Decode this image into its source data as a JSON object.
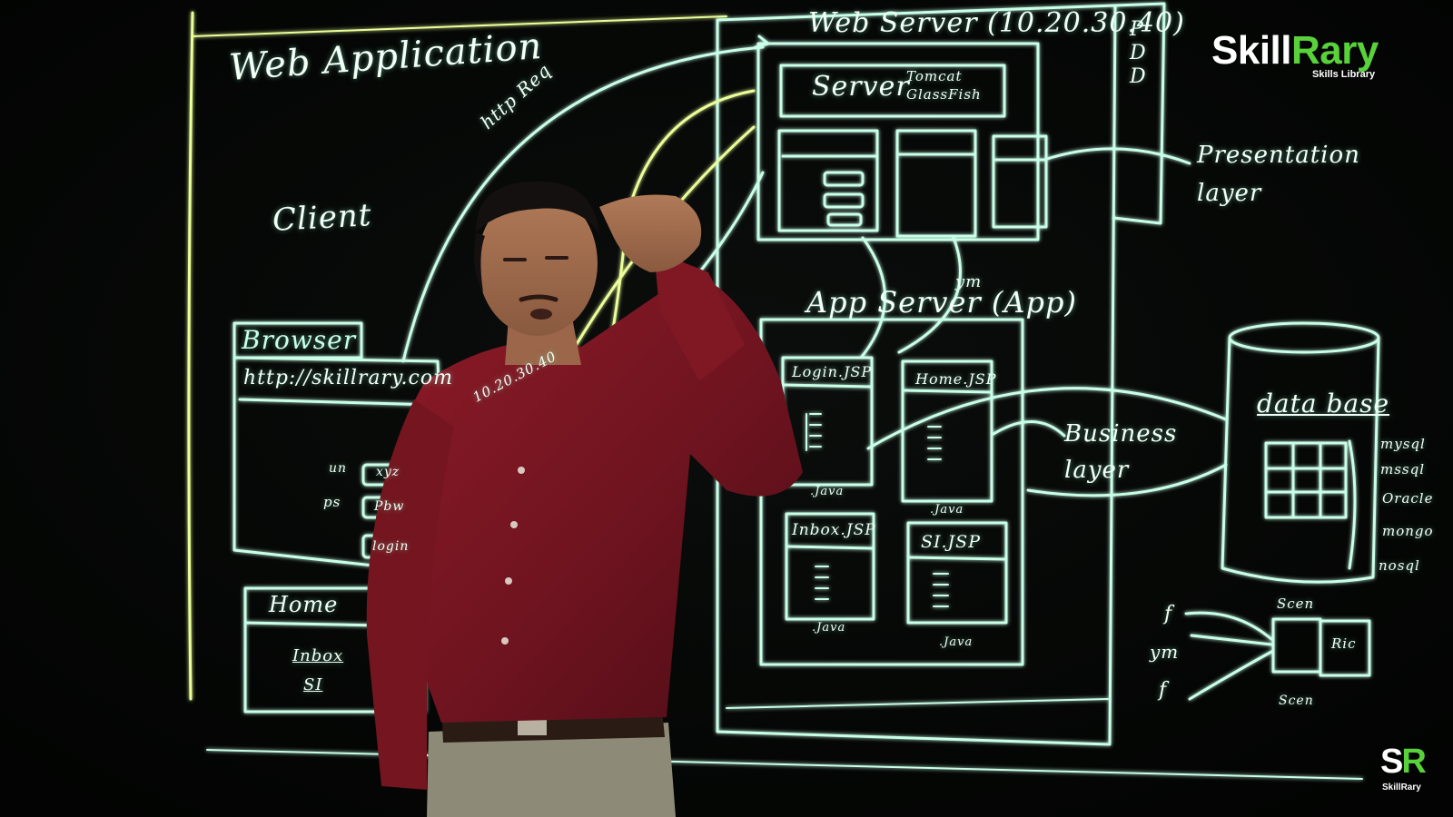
{
  "logo": {
    "brand_text_1": "Skill",
    "brand_text_2": "Rary",
    "tagline": "Skills Library",
    "corner_mark_1": "S",
    "corner_mark_2": "R",
    "corner_sub": "SkillRary"
  },
  "board": {
    "title": "Web Application",
    "client_label": "Client",
    "browser_label": "Browser",
    "url_text": "http://skillrary.com",
    "http_req": "http Req",
    "ip_note": "10.20.30.40",
    "web_server_title": "Web Server (10.20.30.40)",
    "server_box": "Server",
    "server_examples": "Tomcat GlassFish",
    "pdd": "PDD",
    "presentation_layer": "Presentation layer",
    "app_server_title": "App Server (App)",
    "ym_note": "ym",
    "jsp_pages": [
      "Login.JSP",
      "Home.JSP",
      "Inbox.JSP",
      "SI.JSP"
    ],
    "java_labels": [
      ".Java",
      ".Java",
      ".Java",
      ".Java"
    ],
    "business_layer": "Business layer",
    "database_label": "data base",
    "db_vendors": [
      "mysql",
      "mssql",
      "Oracle",
      "mongo",
      "nosql"
    ],
    "form_fields": {
      "un": "un",
      "ps": "ps",
      "val1": "xyz",
      "val2": "Pbw",
      "login": "login"
    },
    "home_label": "Home",
    "home_links": [
      "Inbox",
      "SI"
    ],
    "mini_sketch": {
      "top": "Scen",
      "right": "Ric",
      "bottom": "Scen",
      "left_items": [
        "f",
        "ym",
        "f"
      ]
    }
  },
  "colors": {
    "chalk_teal": "#c9ffe9",
    "chalk_lime": "#eaff9a",
    "brand_green": "#59d13b",
    "shirt": "#7a1520"
  }
}
